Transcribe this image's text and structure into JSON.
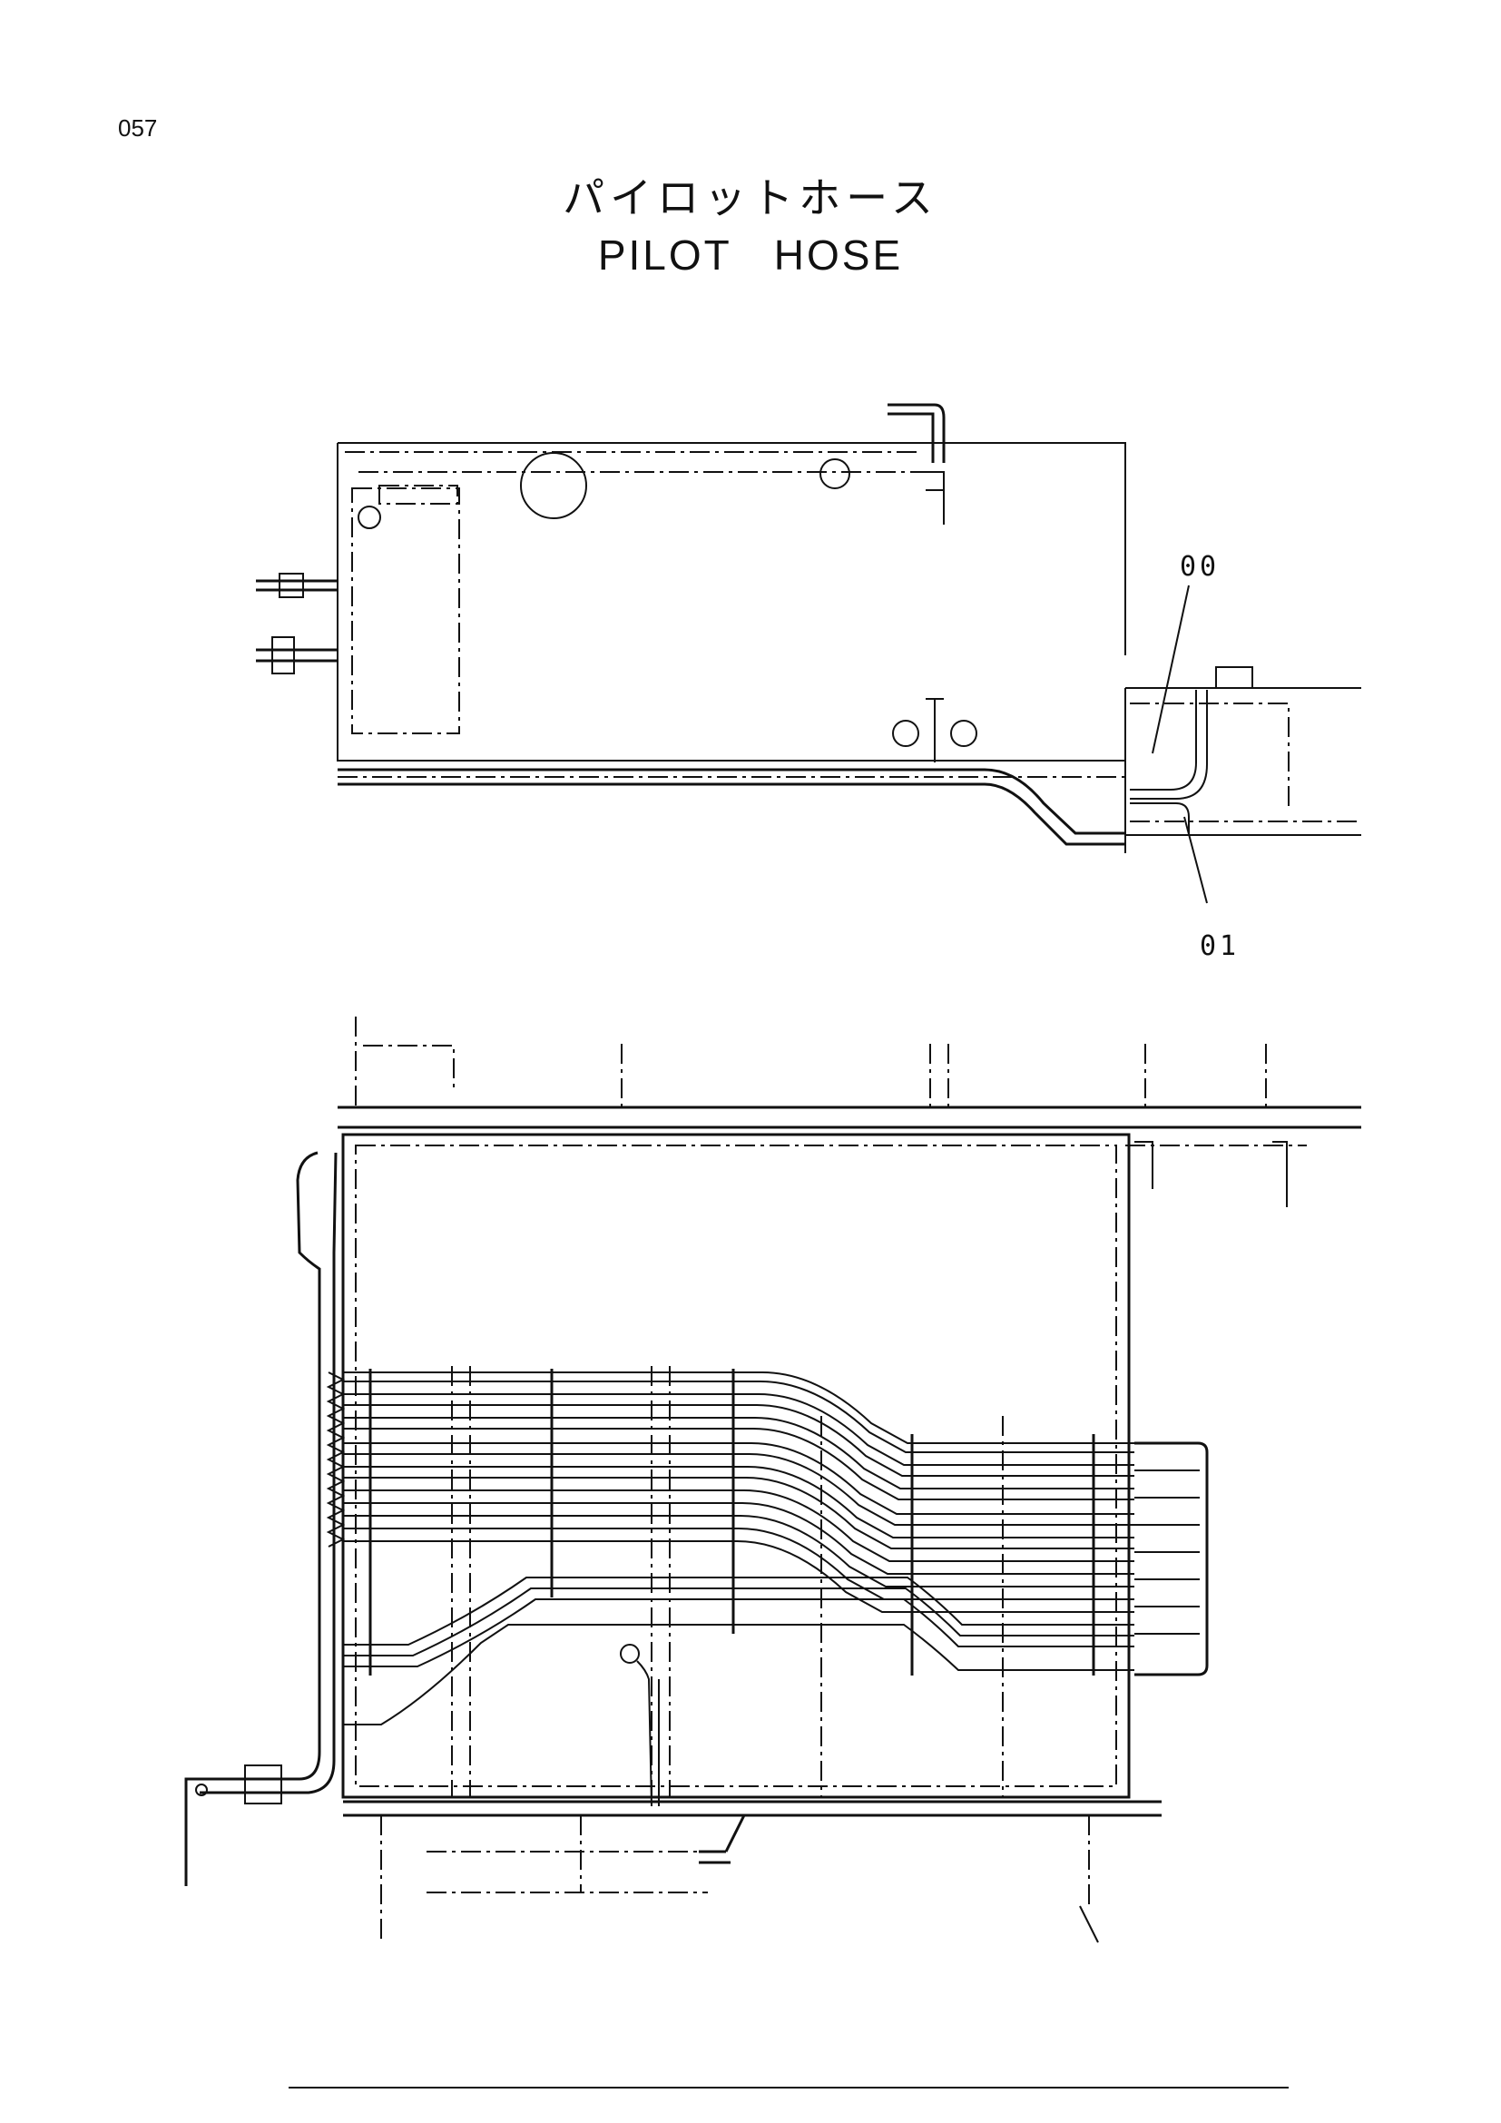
{
  "page": {
    "number": "057"
  },
  "title": {
    "japanese": "パイロットホース",
    "english_word1": "PILOT",
    "english_word2": "HOSE"
  },
  "callouts": [
    {
      "label": "00"
    },
    {
      "label": "01"
    }
  ],
  "colors": {
    "ink": "#111111",
    "paper": "#ffffff"
  }
}
